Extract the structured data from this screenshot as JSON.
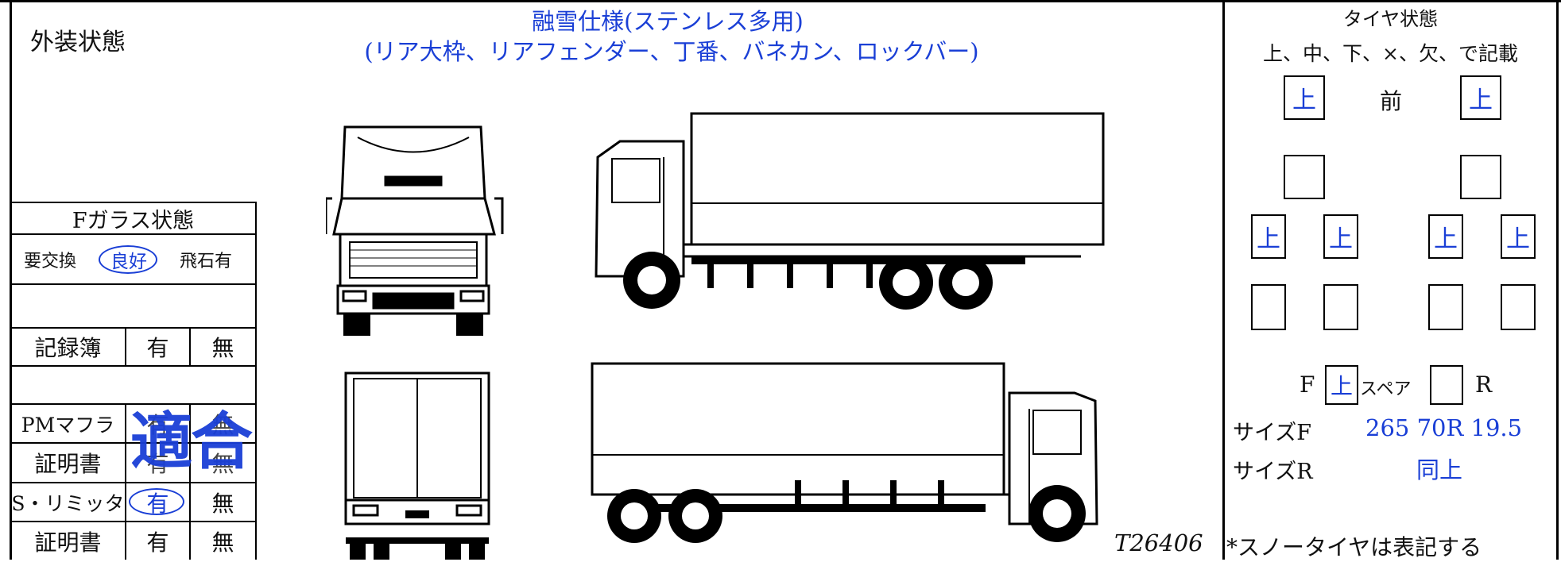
{
  "exterior": {
    "label": "外装状態"
  },
  "spec": {
    "line1": "融雪仕様(ステンレス多用)",
    "line2": "(リア大枠、リアフェンダー、丁番、バネカン、ロックバー)"
  },
  "glass": {
    "title": "Fガラス状態",
    "options": [
      "要交換",
      "良好",
      "飛石有"
    ],
    "selected": "良好"
  },
  "record_book": {
    "label": "記録簿",
    "yes": "有",
    "no": "無"
  },
  "pm_muffler": {
    "label": "PMマフラ",
    "yes": "有",
    "no": "無"
  },
  "certificate1": {
    "label": "証明書",
    "yes": "有",
    "no": "無"
  },
  "stamp": {
    "text": "適合"
  },
  "speed_limiter": {
    "label": "S・リミッタ",
    "yes": "有",
    "no": "無",
    "selected": "有"
  },
  "certificate2": {
    "label": "証明書",
    "yes": "有",
    "no": "無"
  },
  "stock_number": "T26406",
  "tires": {
    "title": "タイヤ状態",
    "legend": "上、中、下、×、欠、で記載",
    "front_label": "前",
    "front_left": "上",
    "front_right": "上",
    "rear_row1": [
      "上",
      "上",
      "上",
      "上"
    ],
    "spare_f_label": "F",
    "spare_f_value": "上",
    "spare_label": "スペア",
    "spare_r_label": "R",
    "size_f_label": "サイズF",
    "size_f_value": "265 70R 19.5",
    "size_r_label": "サイズR",
    "size_r_value": "同上",
    "note": "*スノータイヤは表記する"
  },
  "colors": {
    "ink_blue": "#1a3fd6",
    "border": "#000000"
  }
}
